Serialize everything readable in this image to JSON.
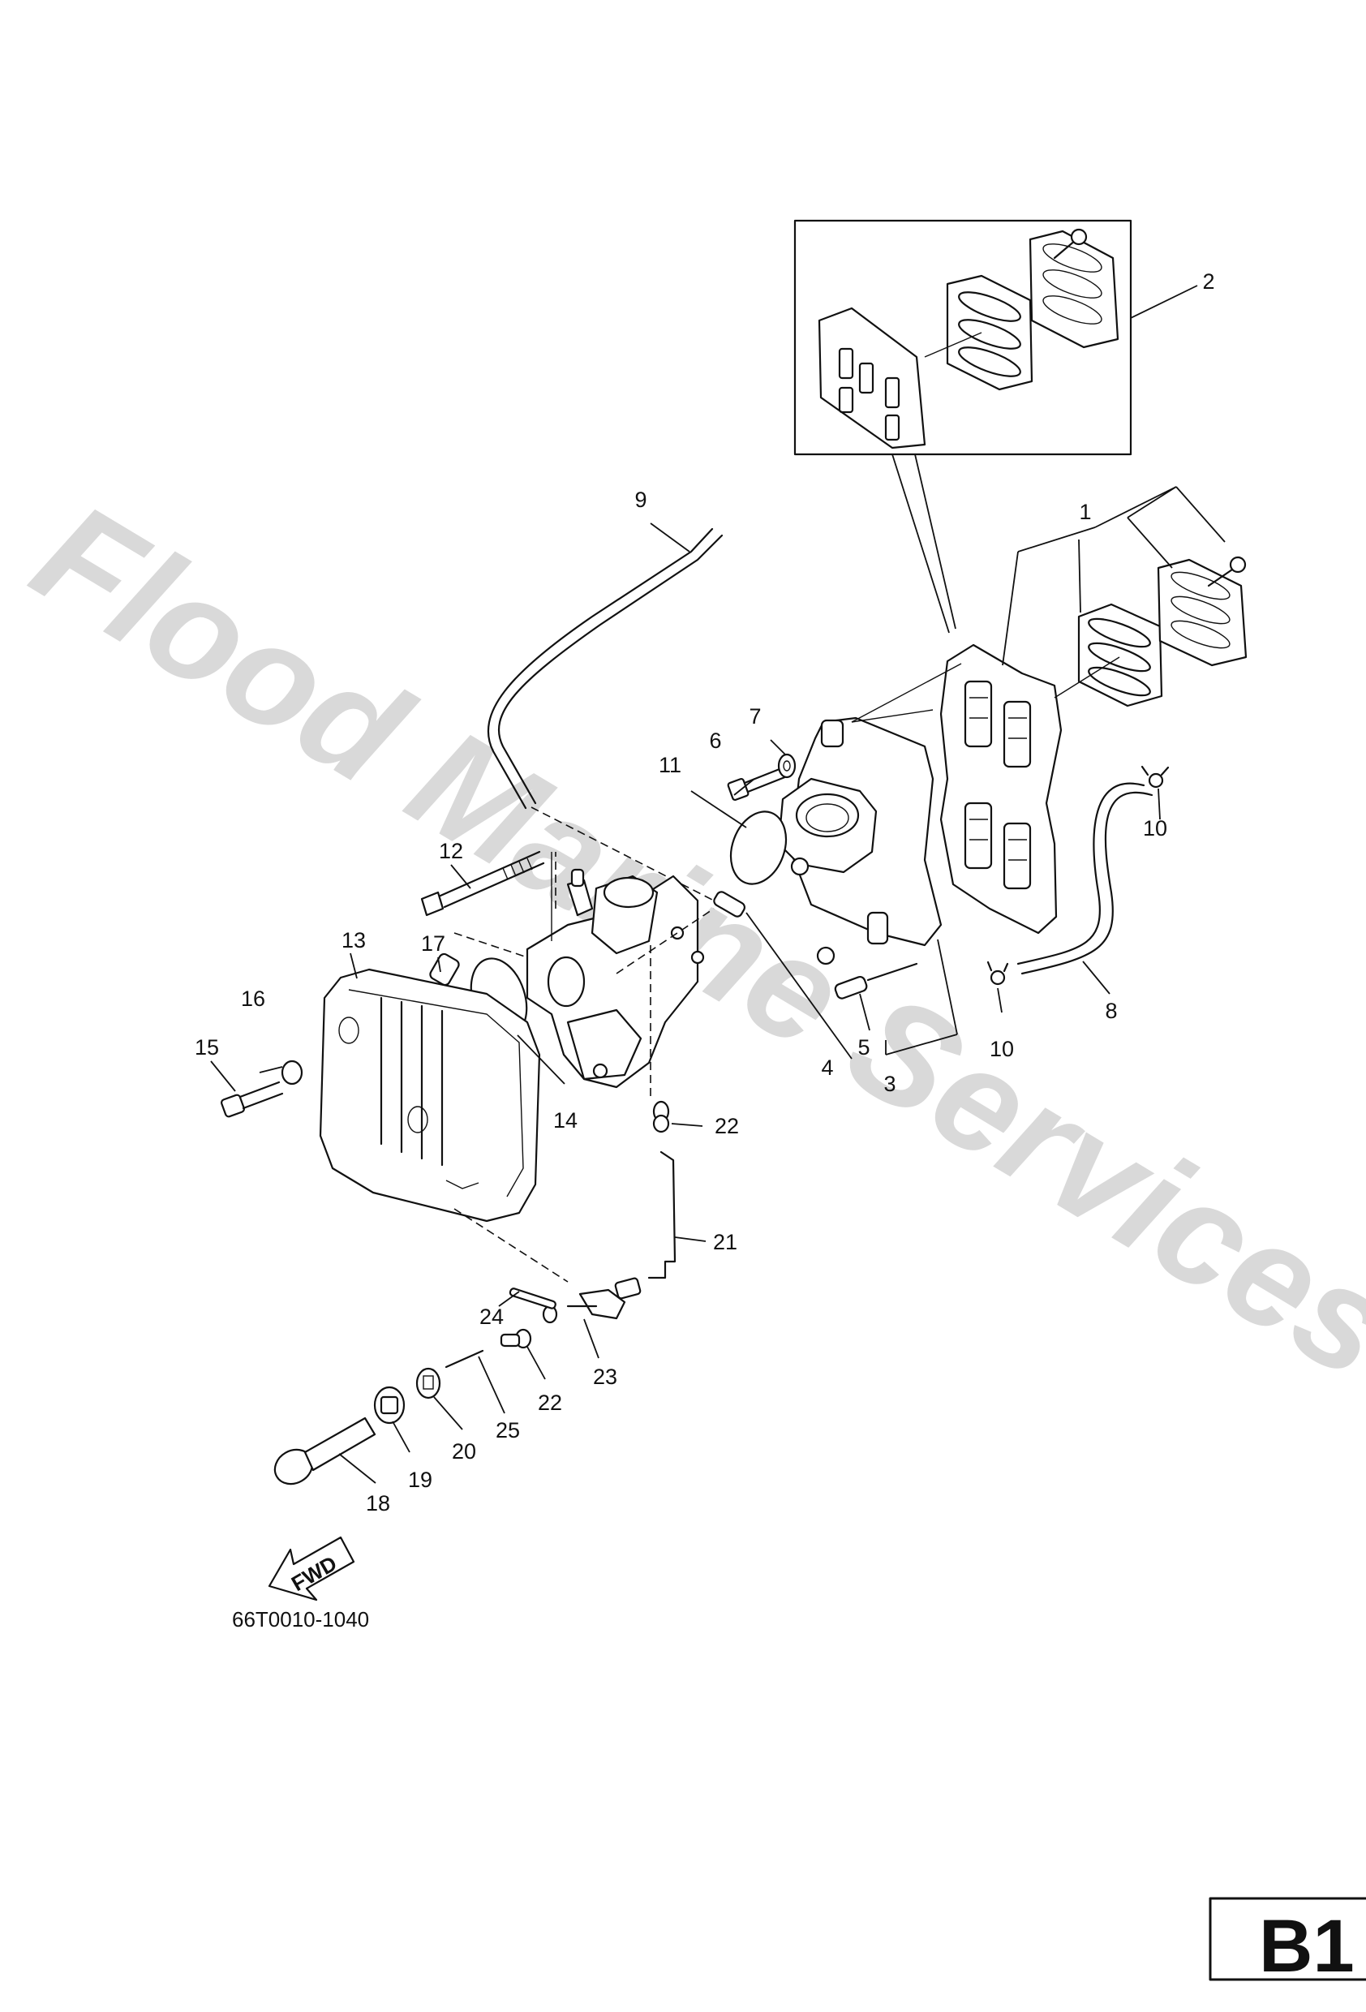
{
  "watermark": "Flood Marine Services",
  "drawing_code": "66T0010-1040",
  "page_code": "B1",
  "fwd_label": "FWD",
  "callouts": [
    "1",
    "2",
    "3",
    "4",
    "5",
    "6",
    "7",
    "8",
    "9",
    "10",
    "10",
    "11",
    "12",
    "13",
    "14",
    "15",
    "16",
    "17",
    "18",
    "19",
    "20",
    "21",
    "22",
    "22",
    "23",
    "24",
    "25"
  ]
}
